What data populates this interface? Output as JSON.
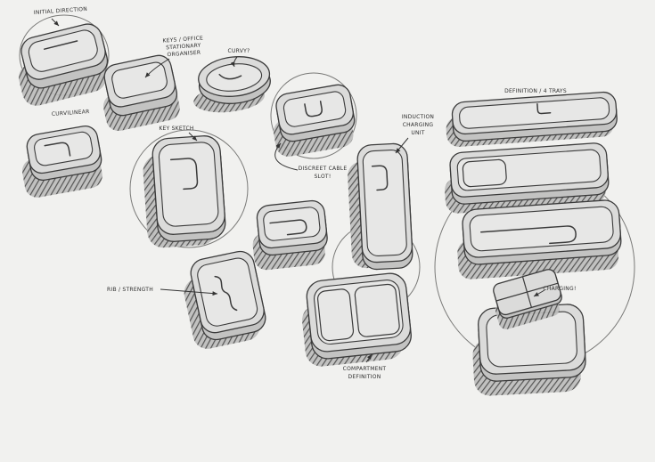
{
  "colors": {
    "background": "#f1f1ef",
    "ink": "#3b3b3b",
    "tray_fill": "#dbdbda",
    "shadow_hatch": "#474747"
  },
  "labels": {
    "initial_direction": "INITIAL DIRECTION",
    "curvilinear": "CURVILINEAR",
    "keys_office": {
      "line1": "KEYS / OFFICE",
      "line2": "STATIONARY",
      "line3": "ORGANISER"
    },
    "curvy": "CURVY?",
    "key_sketch": "KEY SKETCH",
    "discreet_cable": {
      "line1": "DISCREET CABLE",
      "line2": "SLOT!"
    },
    "induction": {
      "line1": "INDUCTION",
      "line2": "CHARGING",
      "line3": "UNIT"
    },
    "definition_trays": "DEFINITION / 4 TRAYS",
    "rib_strength": "RIB / STRENGTH",
    "compartment": {
      "line1": "COMPARTMENT",
      "line2": "DEFINITION"
    },
    "charging": "CHARGING!"
  }
}
